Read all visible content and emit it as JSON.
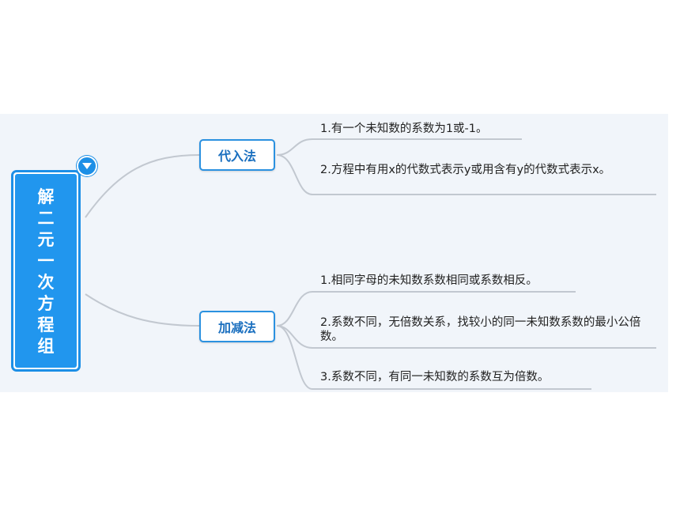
{
  "root": {
    "label": "解二元一次方程组"
  },
  "icons": {
    "collapse": "chevron-down-icon"
  },
  "colors": {
    "accent": "#2196ee",
    "branch_text": "#1a6fbf",
    "line": "#c2c8d0"
  },
  "branches": [
    {
      "label": "代入法",
      "items": [
        "1.有一个未知数的系数为1或-1。",
        "2.方程中有用x的代数式表示y或用含有y的代数式表示x。"
      ]
    },
    {
      "label": "加减法",
      "items": [
        "1.相同字母的未知数系数相同或系数相反。",
        "2.系数不同，无倍数关系，找较小的同一未知数系数的最小公倍数。",
        "3.系数不同，有同一未知数的系数互为倍数。"
      ]
    }
  ]
}
